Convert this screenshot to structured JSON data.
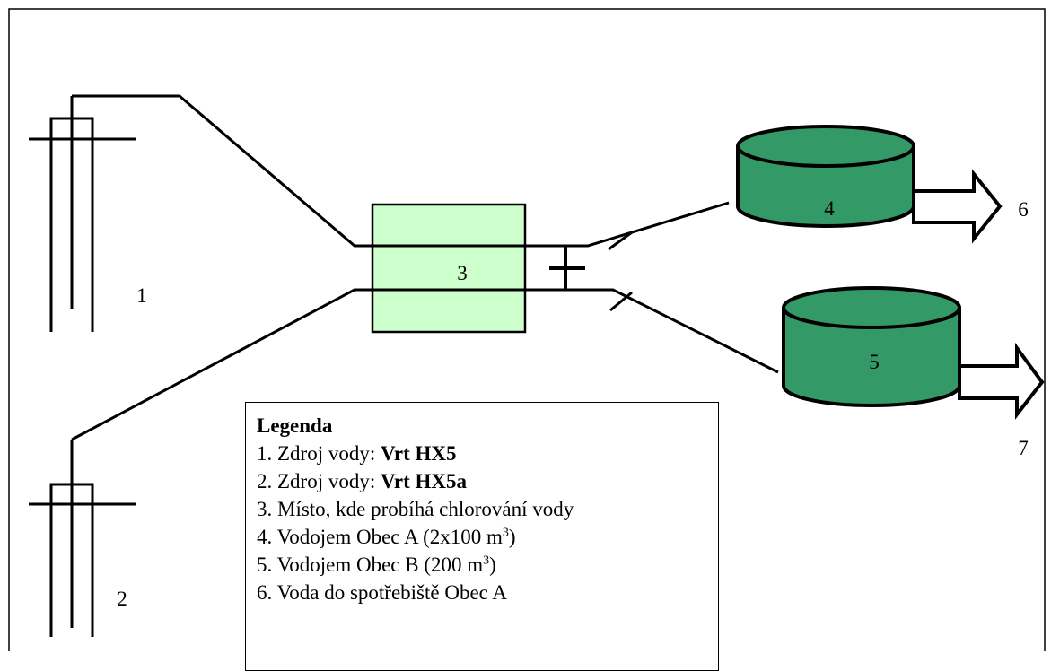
{
  "diagram": {
    "labels": {
      "well_1": "1",
      "well_2": "2",
      "chlorination": "3",
      "tank_a": "4",
      "tank_b": "5",
      "out_a": "6",
      "out_b": "7"
    },
    "colors": {
      "chlorination_fill": "#ccffcc",
      "tank_fill": "#339966",
      "line": "#000000"
    }
  },
  "legend": {
    "title": "Legenda",
    "items": [
      {
        "pre": "1. Zdroj vody: ",
        "bold": "Vrt HX5"
      },
      {
        "pre": "2. Zdroj vody: ",
        "bold": "Vrt HX5a"
      },
      {
        "text": "3. Místo, kde probíhá chlorování vody"
      },
      {
        "pre": "4. Vodojem Obec A (2x100 m",
        "sup": "3",
        "post": ")"
      },
      {
        "pre": "5. Vodojem Obec B (200 m",
        "sup": "3",
        "post": ")"
      },
      {
        "text": "6. Voda do spotřebiště Obec A"
      }
    ]
  }
}
